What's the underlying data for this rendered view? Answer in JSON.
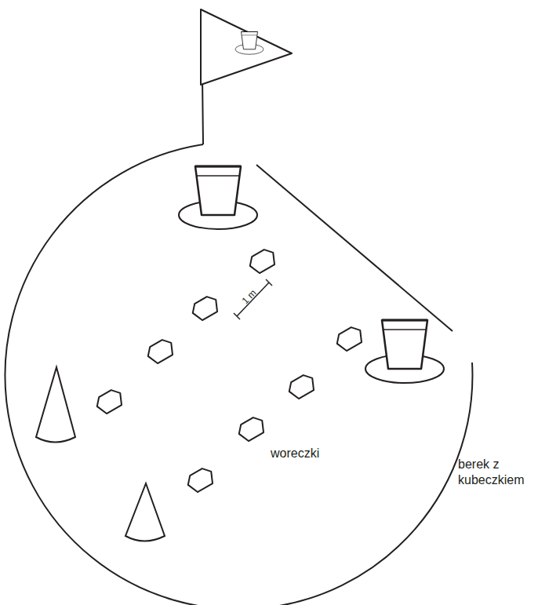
{
  "diagram": {
    "labels": [
      "1 m",
      "woreczki",
      "berek z kubeczkiem"
    ]
  }
}
